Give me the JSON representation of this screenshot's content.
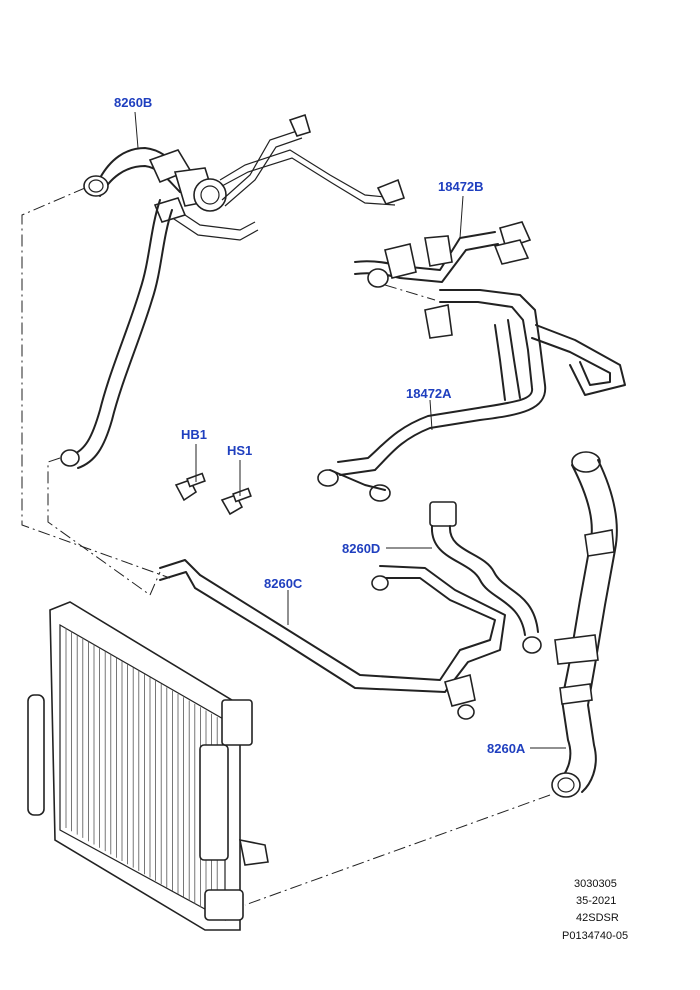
{
  "labels": {
    "hose_8260B": "8260B",
    "hose_18472B": "18472B",
    "hose_18472A": "18472A",
    "bolt_HB1": "HB1",
    "bolt_HS1": "HS1",
    "hose_8260D": "8260D",
    "hose_8260C": "8260C",
    "hose_8260A": "8260A"
  },
  "reference": {
    "line1": "3030305",
    "line2": "35-2021",
    "line3": "42SDSR",
    "line4": "P0134740-05"
  },
  "colors": {
    "label": "#1f3fbf",
    "ink": "#222222"
  }
}
